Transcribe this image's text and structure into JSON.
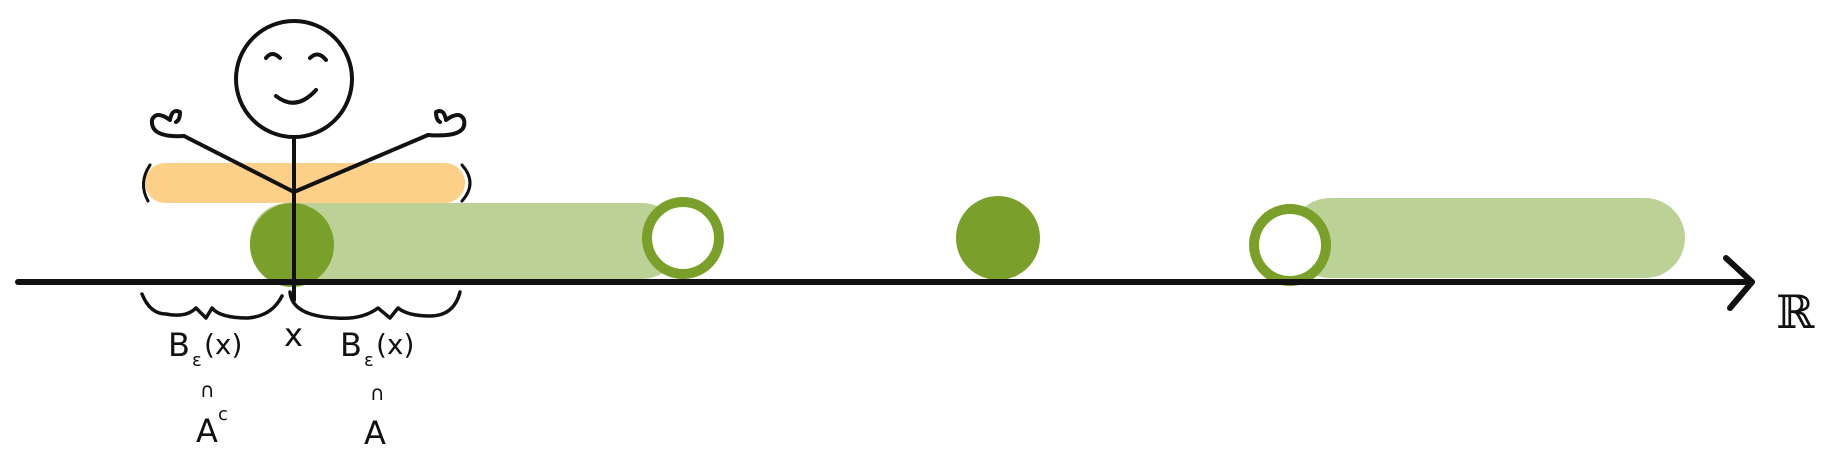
{
  "colors": {
    "ink": "#111111",
    "green_dark": "#7a9f2a",
    "green_light": "#bcd196",
    "orange_light": "#fdd08a",
    "background": "#ffffff"
  },
  "labels": {
    "axis": "ℝ",
    "point": "x",
    "ball_left": {
      "base": "B",
      "sub": "ε",
      "arg": "(x)",
      "cap": "∩",
      "set": "A",
      "sup": "c"
    },
    "ball_right": {
      "base": "B",
      "sub": "ε",
      "arg": "(x)",
      "cap": "∩",
      "set": "A"
    }
  },
  "icons": [
    "stick-figure-icon",
    "smile-face-icon"
  ]
}
